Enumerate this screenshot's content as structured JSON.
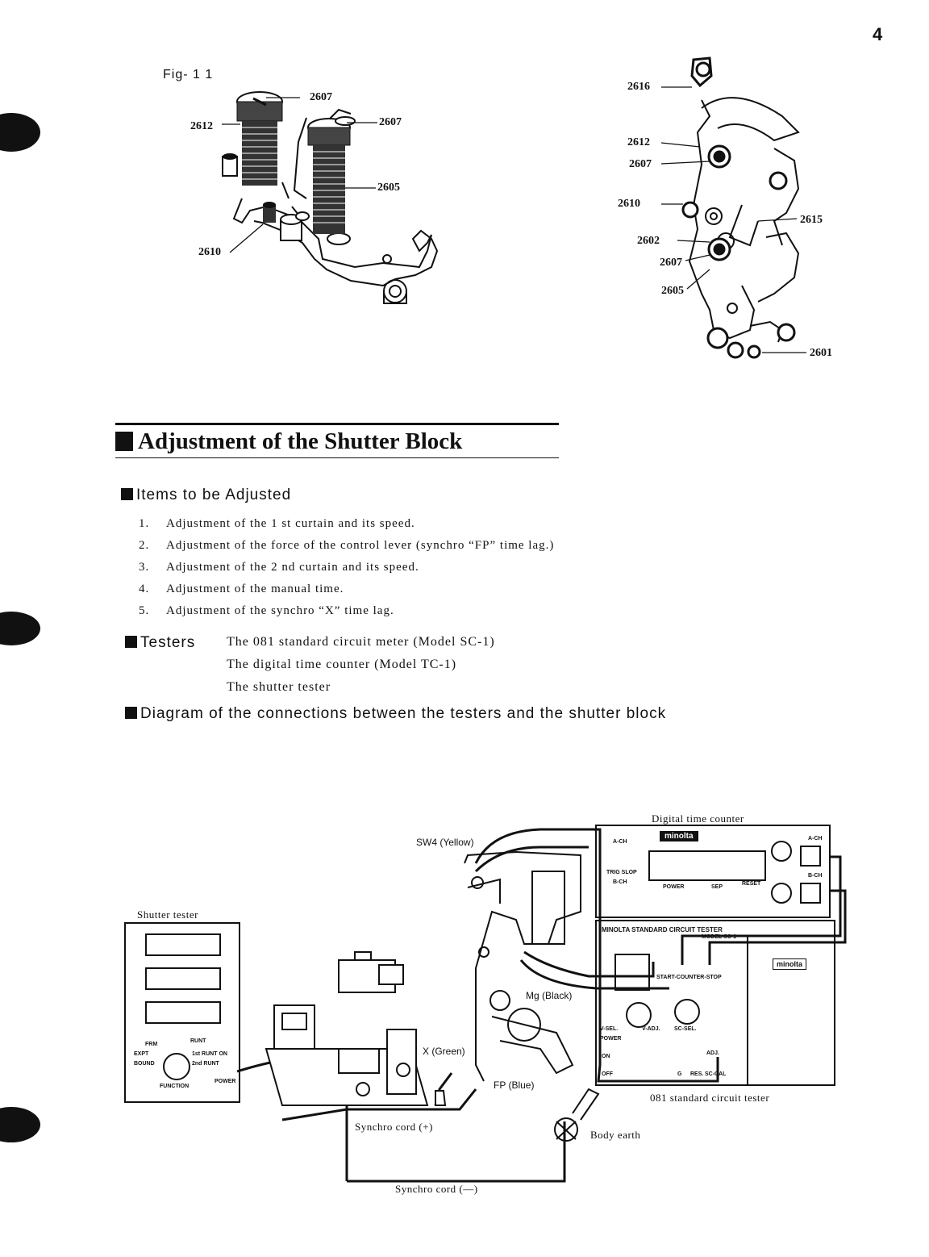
{
  "page": {
    "number": "4"
  },
  "fig11": {
    "label": "Fig- 1 1",
    "left": {
      "c1": "2607",
      "c2": "2612",
      "c3": "2607",
      "c4": "2605",
      "c5": "2610"
    },
    "right": {
      "c1": "2616",
      "c2": "2612",
      "c3": "2607",
      "c4": "2610",
      "c5": "2615",
      "c6": "2602",
      "c7": "2607",
      "c8": "2605",
      "c9": "2601"
    }
  },
  "section": {
    "title": "Adjustment of the Shutter Block"
  },
  "items": {
    "heading": "Items to be Adjusted",
    "list": [
      {
        "num": "1.",
        "text": "Adjustment of the 1 st curtain and its speed."
      },
      {
        "num": "2.",
        "text": "Adjustment of the force of the control lever (synchro “FP” time lag.)"
      },
      {
        "num": "3.",
        "text": "Adjustment of the 2 nd curtain and its speed."
      },
      {
        "num": "4.",
        "text": "Adjustment of the manual time."
      },
      {
        "num": "5.",
        "text": "Adjustment of the synchro “X” time lag."
      }
    ]
  },
  "testers": {
    "heading": "Testers",
    "list": [
      "The 081 standard circuit meter (Model SC-1)",
      "The digital time counter (Model TC-1)",
      "The shutter tester"
    ]
  },
  "diagram": {
    "heading": "Diagram of the connections between the testers and the shutter block",
    "labels": {
      "digital_time_counter": "Digital time counter",
      "shutter_tester": "Shutter tester",
      "sw4": "SW4 (Yellow)",
      "mg": "Mg (Black)",
      "x": "X (Green)",
      "fp": "FP (Blue)",
      "circuit_tester": "081 standard circuit tester",
      "body_earth": "Body earth",
      "synchro_plus": "Synchro cord (+)",
      "synchro_minus": "Synchro cord (—)"
    },
    "counter_panel": {
      "brand": "minolta",
      "k1": "A-CH",
      "k2": "TRIG SLOP",
      "k3": "B-CH",
      "k4": "POWER",
      "k5": "SEP",
      "k6": "RESET",
      "k7": "A-CH",
      "k8": "B-CH"
    },
    "circuit_panel": {
      "title": "MINOLTA STANDARD CIRCUIT TESTER",
      "model": "MODEL SC-1",
      "start_stop": "START-COUNTER-STOP",
      "brand": "minolta",
      "k1": "V-SEL.",
      "k2": "V-ADJ.",
      "k3": "SC-SEL.",
      "k4": "POWER",
      "k5": "ON",
      "k6": "OFF",
      "k7": "G",
      "k8": "RES.",
      "k9": "SC-CAL",
      "k10": "ADJ."
    },
    "shutter_panel": {
      "k1": "FRM",
      "k2": "RUNT",
      "k3": "EXPT",
      "k4": "1st RUNT ON",
      "k5": "BOUND",
      "k6": "2nd RUNT",
      "k7": "FUNCTION",
      "k8": "POWER"
    }
  }
}
